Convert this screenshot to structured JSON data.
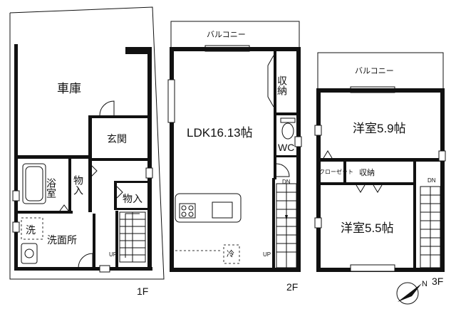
{
  "floors": {
    "f1": {
      "label": "1F",
      "rooms": {
        "garage": "車庫",
        "entrance": "玄関",
        "bath": "浴室",
        "storage1": "物入",
        "storage2": "物入",
        "washer": "洗",
        "washroom": "洗面所",
        "up": "UP"
      }
    },
    "f2": {
      "label": "2F",
      "rooms": {
        "balcony": "バルコニー",
        "ldk": "LDK16.13帖",
        "storage": "収納",
        "wc": "WC",
        "fridge": "冷",
        "down": "DN",
        "up": "UP"
      }
    },
    "f3": {
      "label": "3F",
      "rooms": {
        "balcony": "バルコニー",
        "western1": "洋室5.9帖",
        "closet": "クローゼット",
        "storage": "収納",
        "western2": "洋室5.5帖",
        "down": "DN"
      }
    }
  },
  "compass": {
    "north_label": "N"
  }
}
